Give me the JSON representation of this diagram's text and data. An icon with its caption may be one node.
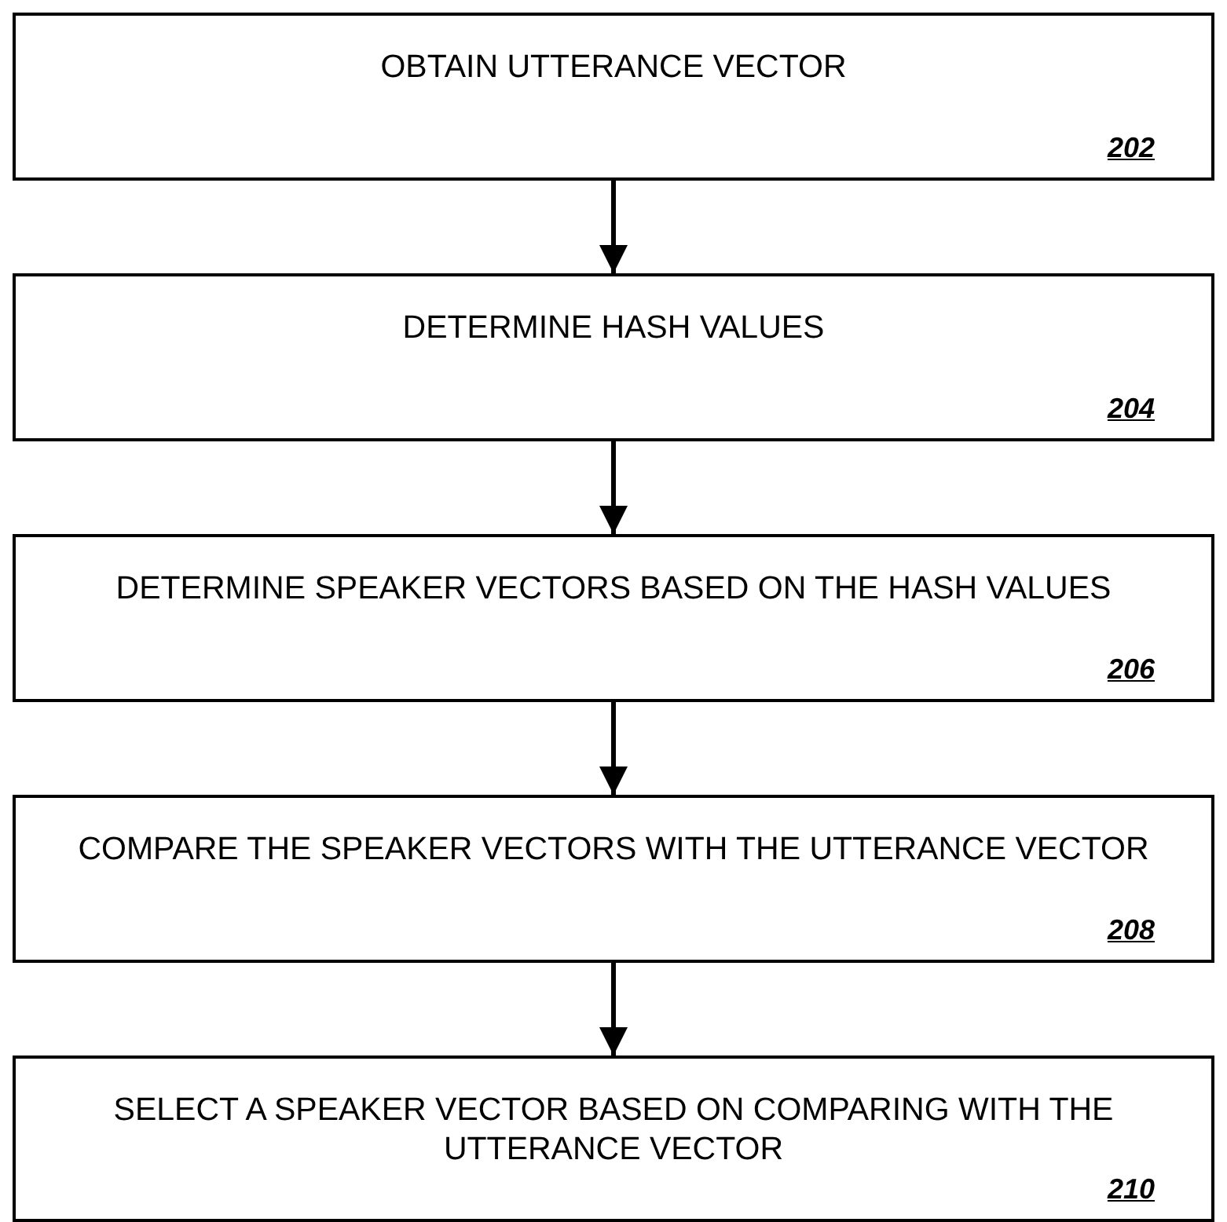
{
  "diagram": {
    "nodes": [
      {
        "text": [
          "OBTAIN UTTERANCE VECTOR",
          "202"
        ]
      },
      {
        "text": [
          "DETERMINE HASH VALUES",
          "204"
        ]
      },
      {
        "text": [
          "DETERMINE SPEAKER VECTORS BASED ON THE HASH VALUES",
          "206"
        ]
      },
      {
        "text": [
          "COMPARE THE SPEAKER VECTORS WITH THE UTTERANCE VECTOR",
          "208"
        ]
      },
      {
        "text": [
          "SELECT A SPEAKER VECTOR BASED ON COMPARING WITH THE UTTERANCE VECTOR",
          "210"
        ]
      }
    ],
    "edges": [
      {
        "from": 0,
        "to": 1,
        "arrow": "to"
      },
      {
        "from": 1,
        "to": 2,
        "arrow": "to"
      },
      {
        "from": 2,
        "to": 3,
        "arrow": "to"
      },
      {
        "from": 3,
        "to": 4,
        "arrow": "to"
      }
    ]
  }
}
